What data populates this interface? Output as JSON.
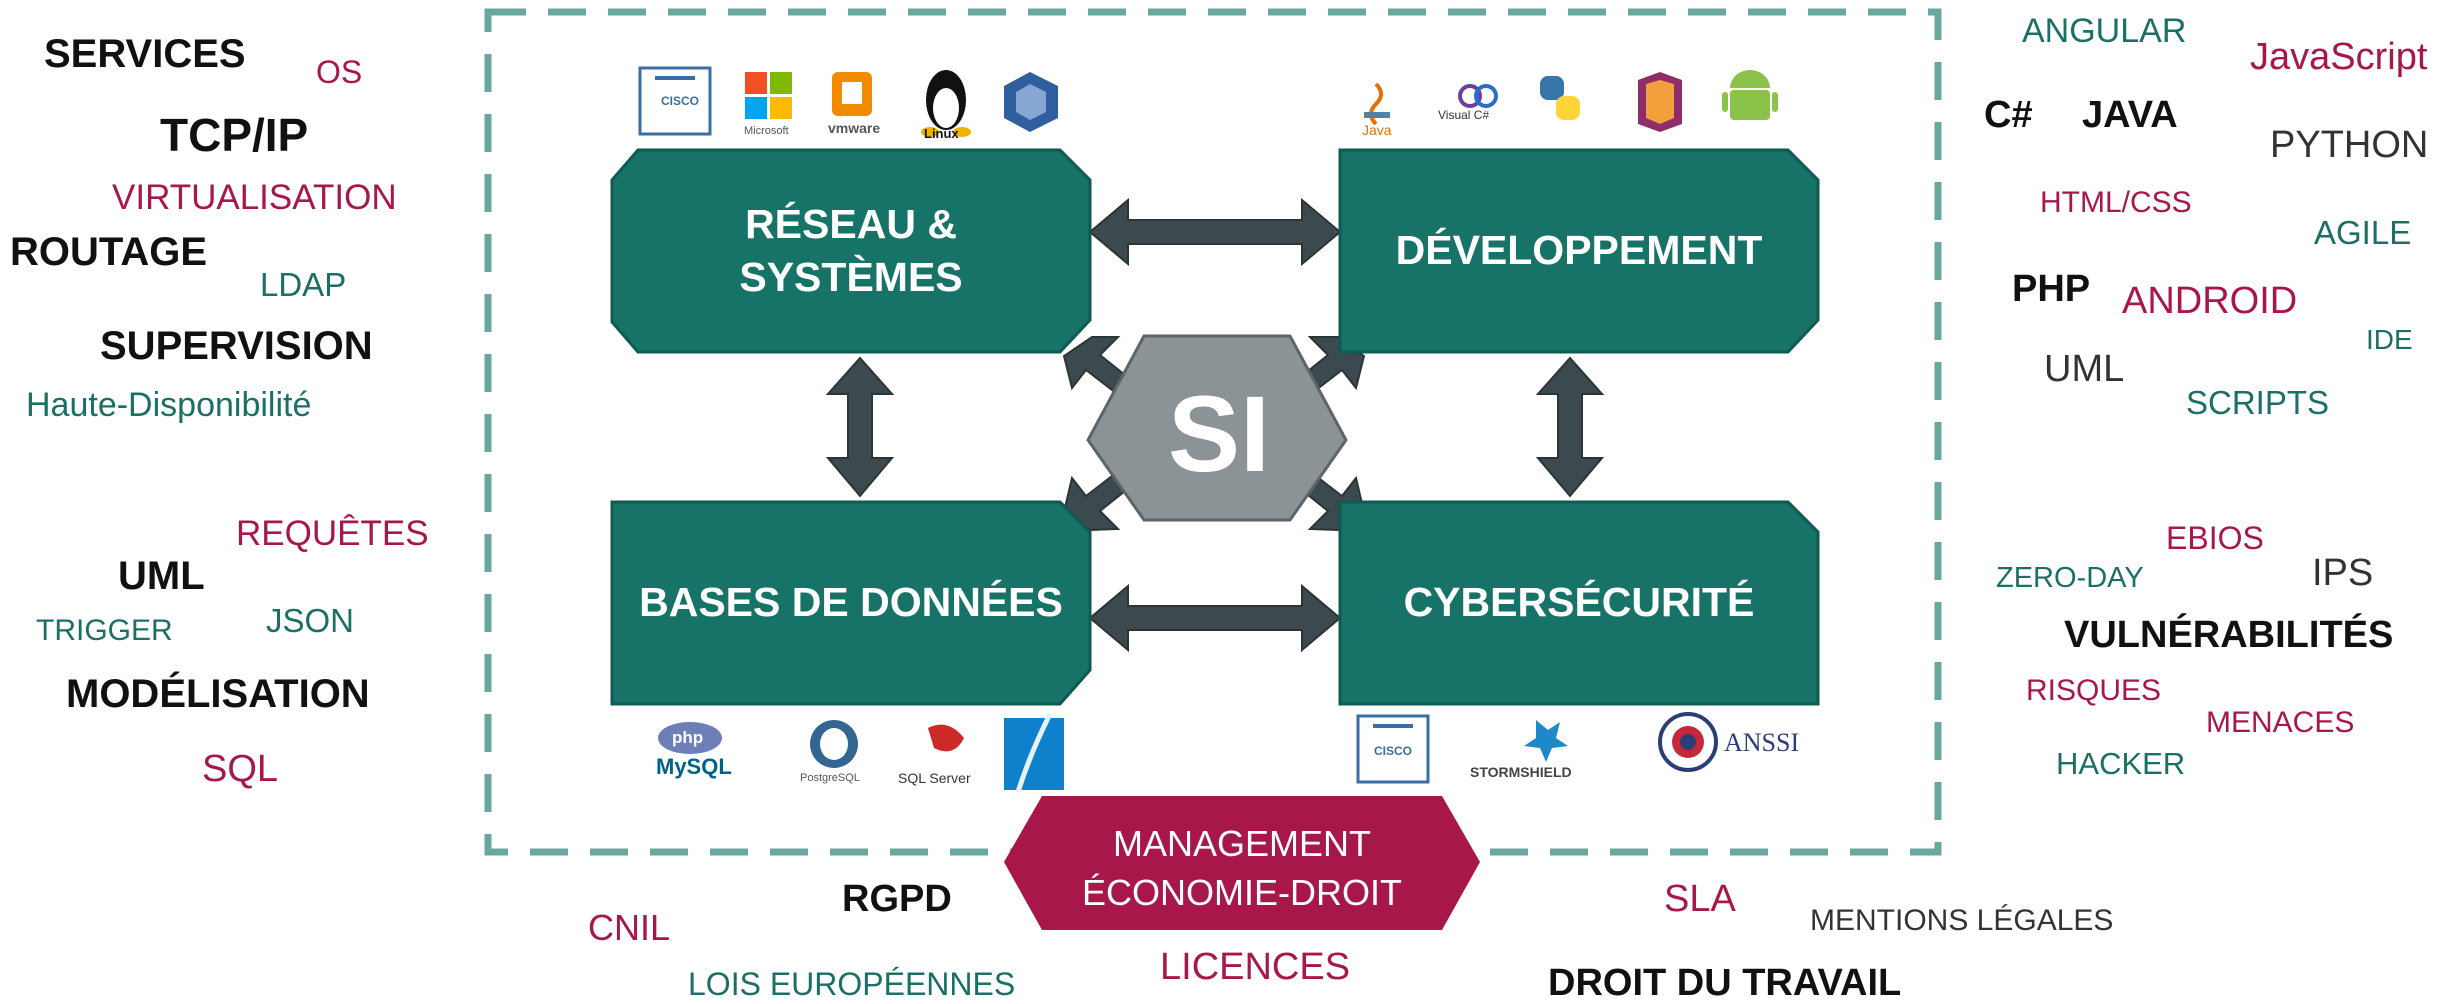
{
  "center": {
    "si": "SI",
    "domains": {
      "reseau_line1": "RÉSEAU &",
      "reseau_line2": "SYSTÈMES",
      "developpement": "DÉVELOPPEMENT",
      "bases": "BASES DE DONNÉES",
      "cyber": "CYBERSÉCURITÉ"
    },
    "management_line1": "MANAGEMENT",
    "management_line2": "ÉCONOMIE-DROIT"
  },
  "logos": {
    "reseau": [
      "cisco-networking-academy",
      "microsoft",
      "vmware",
      "linux",
      "virtualbox"
    ],
    "reseau_text": {
      "cisco": "CISCO",
      "microsoft": "Microsoft",
      "vmware": "vmware",
      "linux": "Linux"
    },
    "dev": [
      "java",
      "visual-c",
      "python",
      "uml",
      "android"
    ],
    "dev_text": {
      "java": "Java",
      "visualc": "Visual C#"
    },
    "bdd": [
      "php-mysql",
      "postgresql",
      "sql-server",
      "sqlite"
    ],
    "bdd_text": {
      "php": "php",
      "mysql": "MySQL",
      "postgres": "PostgreSQL",
      "sqlserver": "SQL Server"
    },
    "cyber": [
      "cisco-networking-academy",
      "stormshield",
      "anssi"
    ],
    "cyber_text": {
      "cisco": "CISCO",
      "stormshield": "STORMSHIELD",
      "anssi": "ANSSI"
    }
  },
  "keywords": {
    "left_top": [
      {
        "text": "SERVICES",
        "style": "black"
      },
      {
        "text": "OS",
        "style": "red"
      },
      {
        "text": "TCP/IP",
        "style": "black"
      },
      {
        "text": "VIRTUALISATION",
        "style": "red"
      },
      {
        "text": "ROUTAGE",
        "style": "black"
      },
      {
        "text": "LDAP",
        "style": "teal"
      },
      {
        "text": "SUPERVISION",
        "style": "black"
      },
      {
        "text": "Haute-Disponibilité",
        "style": "teal"
      }
    ],
    "left_bottom": [
      {
        "text": "REQUÊTES",
        "style": "red"
      },
      {
        "text": "UML",
        "style": "black"
      },
      {
        "text": "JSON",
        "style": "teal"
      },
      {
        "text": "TRIGGER",
        "style": "teal"
      },
      {
        "text": "MODÉLISATION",
        "style": "black"
      },
      {
        "text": "SQL",
        "style": "red"
      }
    ],
    "right_top": [
      {
        "text": "ANGULAR",
        "style": "teal"
      },
      {
        "text": "JavaScript",
        "style": "red"
      },
      {
        "text": "C#",
        "style": "black"
      },
      {
        "text": "JAVA",
        "style": "black"
      },
      {
        "text": "PYTHON",
        "style": "gray"
      },
      {
        "text": "HTML/CSS",
        "style": "red"
      },
      {
        "text": "AGILE",
        "style": "teal"
      },
      {
        "text": "PHP",
        "style": "black"
      },
      {
        "text": "ANDROID",
        "style": "red"
      },
      {
        "text": "IDE",
        "style": "teal"
      },
      {
        "text": "UML",
        "style": "gray"
      },
      {
        "text": "SCRIPTS",
        "style": "teal"
      }
    ],
    "right_bottom": [
      {
        "text": "EBIOS",
        "style": "red"
      },
      {
        "text": "ZERO-DAY",
        "style": "teal"
      },
      {
        "text": "IPS",
        "style": "gray"
      },
      {
        "text": "VULNÉRABILITÉS",
        "style": "black"
      },
      {
        "text": "RISQUES",
        "style": "red"
      },
      {
        "text": "MENACES",
        "style": "red"
      },
      {
        "text": "HACKER",
        "style": "teal"
      }
    ],
    "bottom": [
      {
        "text": "RGPD",
        "style": "black"
      },
      {
        "text": "CNIL",
        "style": "red"
      },
      {
        "text": "LOIS EUROPÉENNES",
        "style": "teal"
      },
      {
        "text": "LICENCES",
        "style": "red"
      },
      {
        "text": "SLA",
        "style": "red"
      },
      {
        "text": "MENTIONS LÉGALES",
        "style": "gray"
      },
      {
        "text": "DROIT DU TRAVAIL",
        "style": "black"
      }
    ]
  },
  "colors": {
    "box": "#177268",
    "box_border": "#0f5a52",
    "arrow": "#3c4a4f",
    "si_hex": "#8c9396",
    "dashed": "#6aa89f",
    "management": "#a8174a",
    "red": "#a8174a",
    "teal": "#1b6f66"
  }
}
